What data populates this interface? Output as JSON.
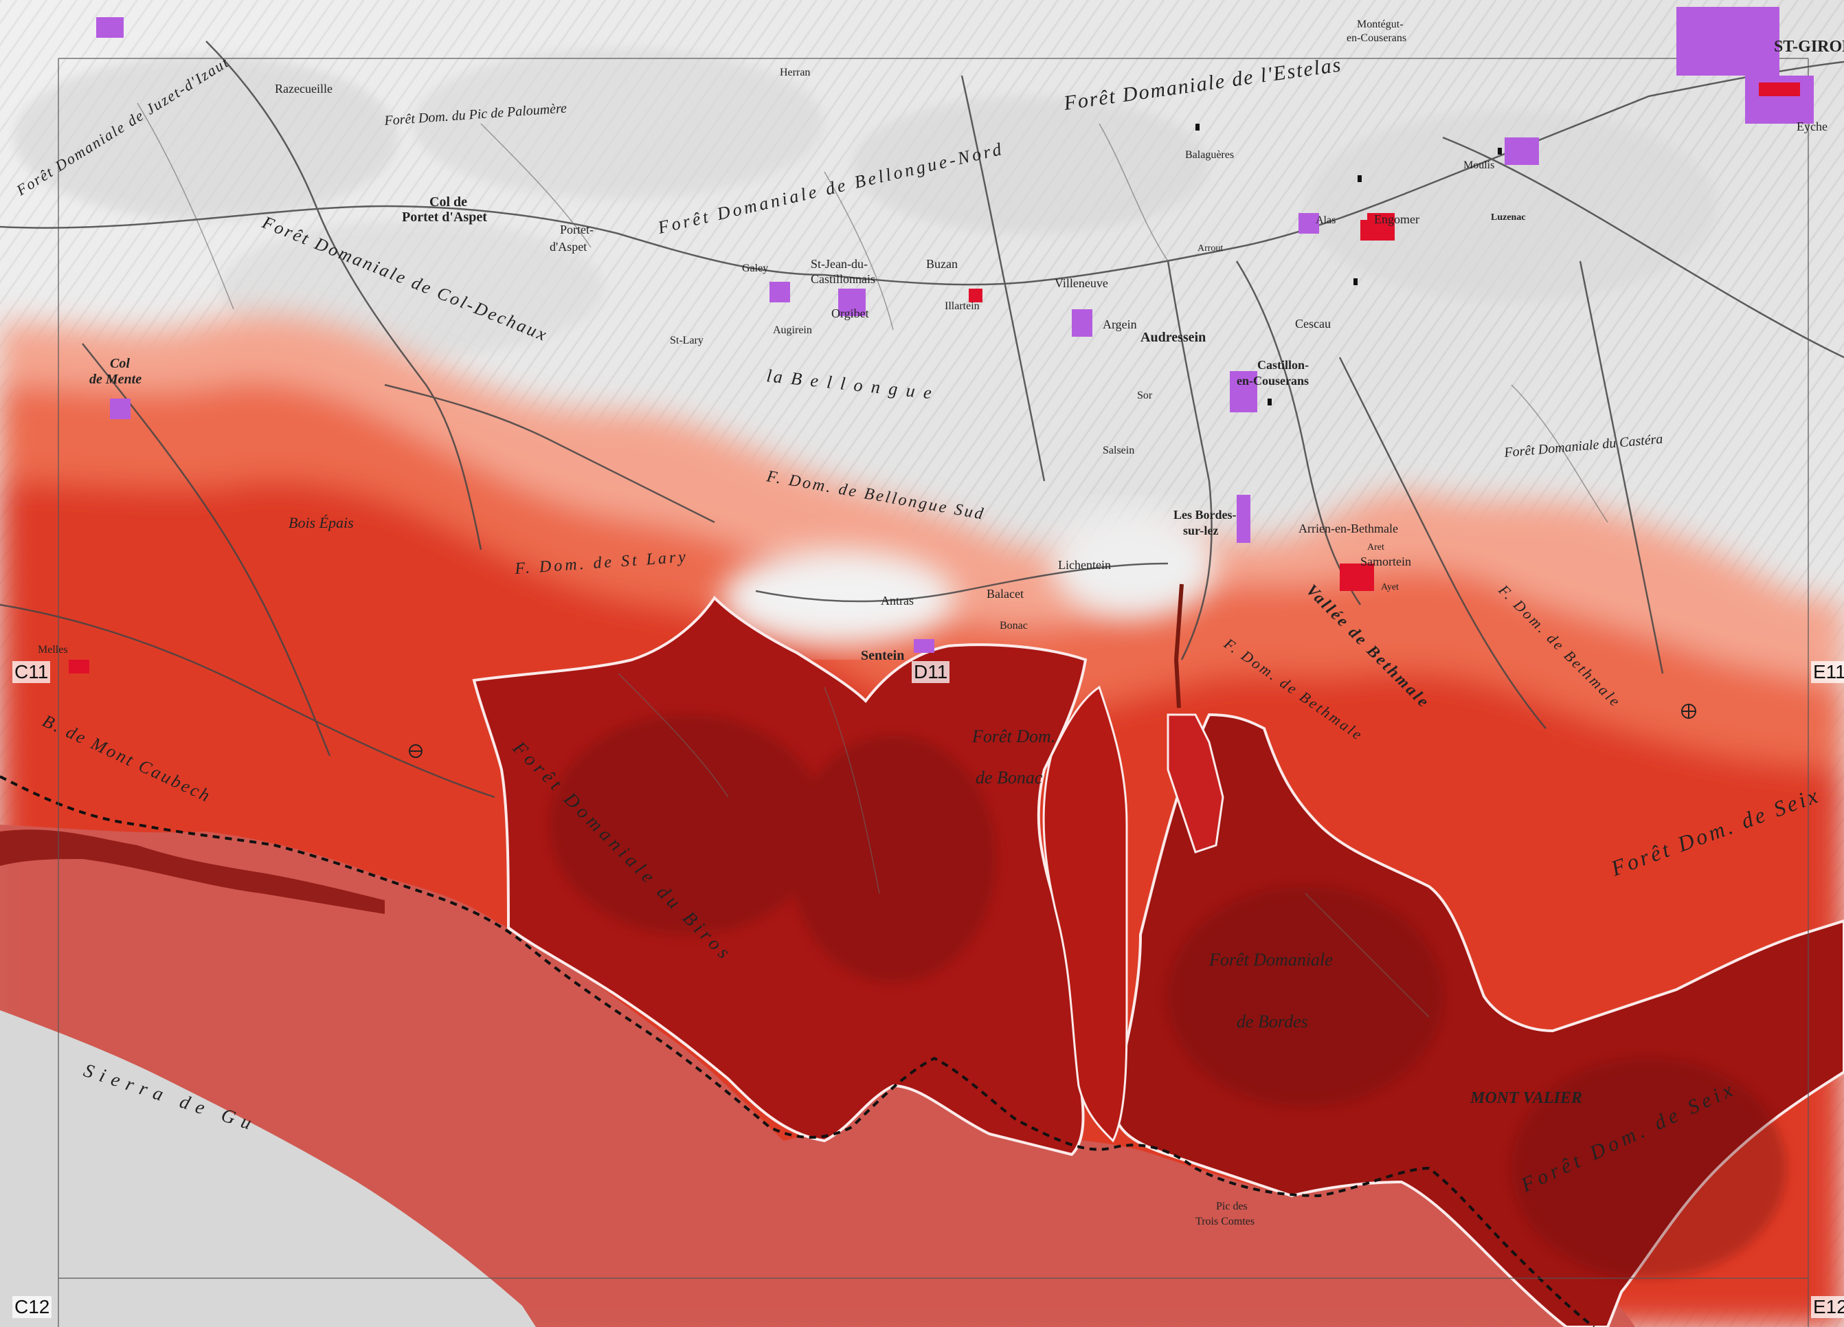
{
  "grid_labels": {
    "c11": "C11",
    "d11": "D11",
    "e11": "E11",
    "c12": "C12",
    "e12": "E12"
  },
  "places": {
    "st_girons": "ST-GIRON",
    "audressein": "Audressein",
    "castillon": "Castillon-",
    "castillon2": "en-Couserans",
    "sentein": "Sentein",
    "antras": "Antras",
    "balacet": "Balacet",
    "bonac": "Bonac",
    "lichentein": "Lichentein",
    "les_bordes": "Les Bordes-",
    "les_bordes2": "sur-lez",
    "arrien": "Arrien-en-Bethmale",
    "samortein": "Samortein",
    "aret": "Aret",
    "ayet": "Ayet",
    "salsein": "Salsein",
    "sor": "Sor",
    "cescau": "Cescau",
    "argein": "Argein",
    "villeneuve": "Villeneuve",
    "buzan": "Buzan",
    "orgibet": "Orgibet",
    "augirein": "Augirein",
    "st_lary": "St-Lary",
    "galey": "Galey",
    "st_jean": "St-Jean-du-",
    "st_jean2": "Castillonnais",
    "illartein": "Illartein",
    "portet": "Portet-",
    "portet2": "d'Aspet",
    "col_portet": "Col de",
    "col_portet2": "Portet d'Aspet",
    "col_mente": "Col",
    "col_mente2": "de Mente",
    "razecueille": "Razecueille",
    "engomer": "Engomer",
    "moulis": "Moulis",
    "luzenac": "Luzenac",
    "alas": "Alas",
    "balaguere": "Balaguères",
    "arrout": "Arrout",
    "melles": "Melles",
    "herran": "Herran",
    "montegut": "Montégut-",
    "montegut2": "en-Couserans",
    "eycheil": "Eyche",
    "mont_valier": "MONT VALIER",
    "tres_comtes": "Pic des",
    "tres_comtes2": "Trois Comtes"
  },
  "regions": {
    "estelas": "Forêt Domaniale de l'Estelas",
    "bellongue_nord": "Forêt Domaniale de Bellongue-Nord",
    "bellongue": "la   B e l l o n g u e",
    "bellongue_sud": "F.   Dom.   de   Bellongue   Sud",
    "st_lary": "F. Dom. de St Lary",
    "col_dechaux": "Forêt Domaniale de Col-Dechaux",
    "bonac": "Forêt Dom.",
    "bonac2": "de Bonac",
    "biros": "Forêt Domaniale du Biros",
    "bordes": "Forêt Domaniale",
    "bordes2": "de Bordes",
    "bethmale": "F. Dom. de Bethmale",
    "vallee_bethmale": "Vallée de Bethmale",
    "dom_bethmale2": "F. Dom. de Bethmale",
    "castera": "Forêt Domaniale du Castéra",
    "seix": "Forêt Dom. de Seix",
    "seix2": "Forêt Dom. de Seix",
    "mont_caubech": "B. de Mont Caubech",
    "bois_epais": "Bois Épais",
    "juzet": "Forêt Domaniale de Juzet-d'Izaut",
    "pic_palomere": "Forêt Dom. du Pic de Paloumère",
    "sierra": "Sierra de Gu"
  },
  "colors": {
    "background": "#ececec",
    "relief_light": "#d9d9d9",
    "red_light": "#f3a08a",
    "red_mid": "#e2432a",
    "red_dark": "#c81612",
    "red_deep": "#941210",
    "border_out": "#cf5a52",
    "urban": "#b45ce0",
    "urban_red": "#e0102a",
    "road": "#444444",
    "forest_boundary": "#ffffff"
  },
  "icons": [
    "airfield-icon",
    "church-icon",
    "grid-line"
  ]
}
